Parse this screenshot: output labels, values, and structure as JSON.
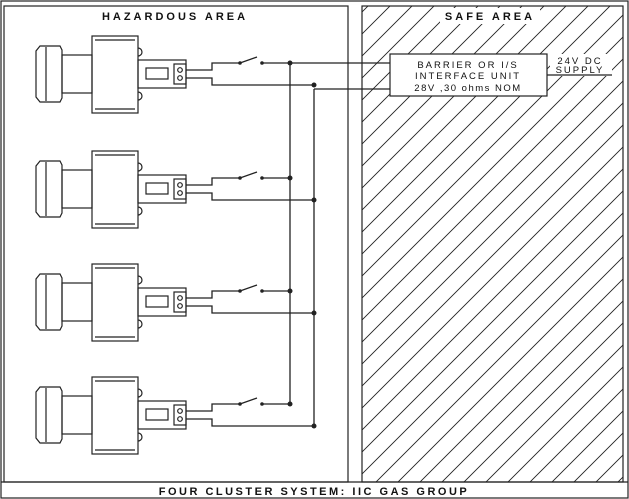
{
  "areas": {
    "hazardous_label": "HAZARDOUS AREA",
    "safe_label": "SAFE AREA"
  },
  "interface": {
    "line1": "BARRIER OR I/S",
    "line2": "INTERFACE UNIT",
    "line3": "28V ,30 ohms NOM"
  },
  "supply": {
    "line1": "24V DC",
    "line2": "SUPPLY"
  },
  "caption": "FOUR CLUSTER SYSTEM: IIC GAS GROUP",
  "clusters": [
    {
      "id": 1
    },
    {
      "id": 2
    },
    {
      "id": 3
    },
    {
      "id": 4
    }
  ]
}
